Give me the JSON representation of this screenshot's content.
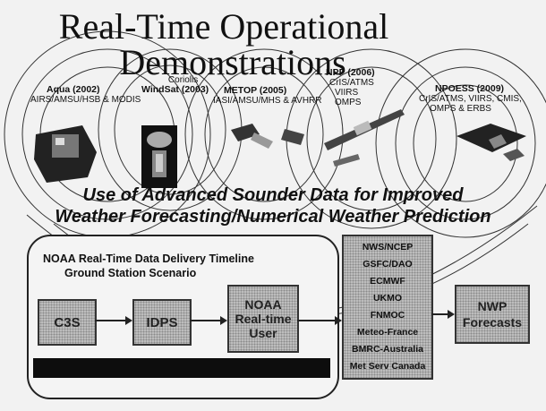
{
  "title": {
    "line1": "Real-Time Operational",
    "line2": "Demonstrations"
  },
  "satellites": [
    {
      "name": "Aqua (2002)",
      "instruments": "AIRS/AMSU/HSB & MODIS"
    },
    {
      "name": "Coriolis",
      "instruments": "WindSat (2003)"
    },
    {
      "name": "METOP (2005)",
      "instruments": "IASI/AMSU/MHS & AVHRR"
    },
    {
      "name": "NPP (2006)",
      "instruments_lines": [
        "CrIS/ATMS",
        "VIIRS",
        "OMPS"
      ]
    },
    {
      "name": "NPOESS (2009)",
      "instruments_lines": [
        "CrIS/ATMS, VIIRS, CMIS,",
        "OMPS & ERBS"
      ]
    }
  ],
  "headline": {
    "line1": "Use of Advanced Sounder Data for Improved",
    "line2": "Weather Forecasting/Numerical Weather Prediction"
  },
  "ground_station": {
    "title_line1": "NOAA Real-Time Data Delivery Timeline",
    "title_line2": "Ground Station Scenario",
    "stages": [
      "C3S",
      "IDPS"
    ],
    "user_lines": [
      "NOAA",
      "Real-time",
      "User"
    ]
  },
  "centers": [
    "NWS/NCEP",
    "GSFC/DAO",
    "ECMWF",
    "UKMO",
    "FNMOC",
    "Meteo-France",
    "BMRC-Australia",
    "Met Serv Canada"
  ],
  "nwp": {
    "line1": "NWP",
    "line2": "Forecasts"
  }
}
